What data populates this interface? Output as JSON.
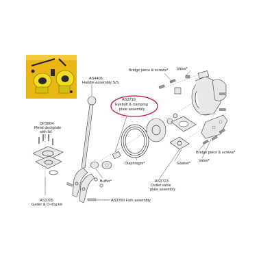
{
  "colors": {
    "photo_bg": "#e9b613",
    "pump_yellow": "#f1dc22",
    "pump_dark": "#2a2a2a",
    "callout_ring": "#c8102e",
    "line": "#333333",
    "background": "#ffffff"
  },
  "photo": {
    "description_icon": "pump-photo"
  },
  "labels": {
    "as4405_code": "AS4405",
    "as4405_name": "Handle assembly S/S",
    "bridge_top": "Bridge piece & screws*",
    "valve_top": "Valve*",
    "as3719_code": "AS3719",
    "as3719_line1": "Eyebolt & clamping",
    "as3719_line2": "plate assembly",
    "dp3804_code": "DP3804",
    "dp3804_line1": "Metal deckplate",
    "dp3804_line2": "with lid",
    "diaphragm": "Diaphragm*",
    "gasket": "Gasket*",
    "bridge_right": "Bridge piece & screws*",
    "valve_right": "Valve*",
    "buffer": "Buffer*",
    "as3723_code": "AS3723",
    "as3723_line1": "Outlet valve",
    "as3723_line2": "plate assembly",
    "as3725_code": "AS3725",
    "as3725_line1": "Gaiter & O-ring kit",
    "as3780": "AS3780 Fork assembly"
  }
}
